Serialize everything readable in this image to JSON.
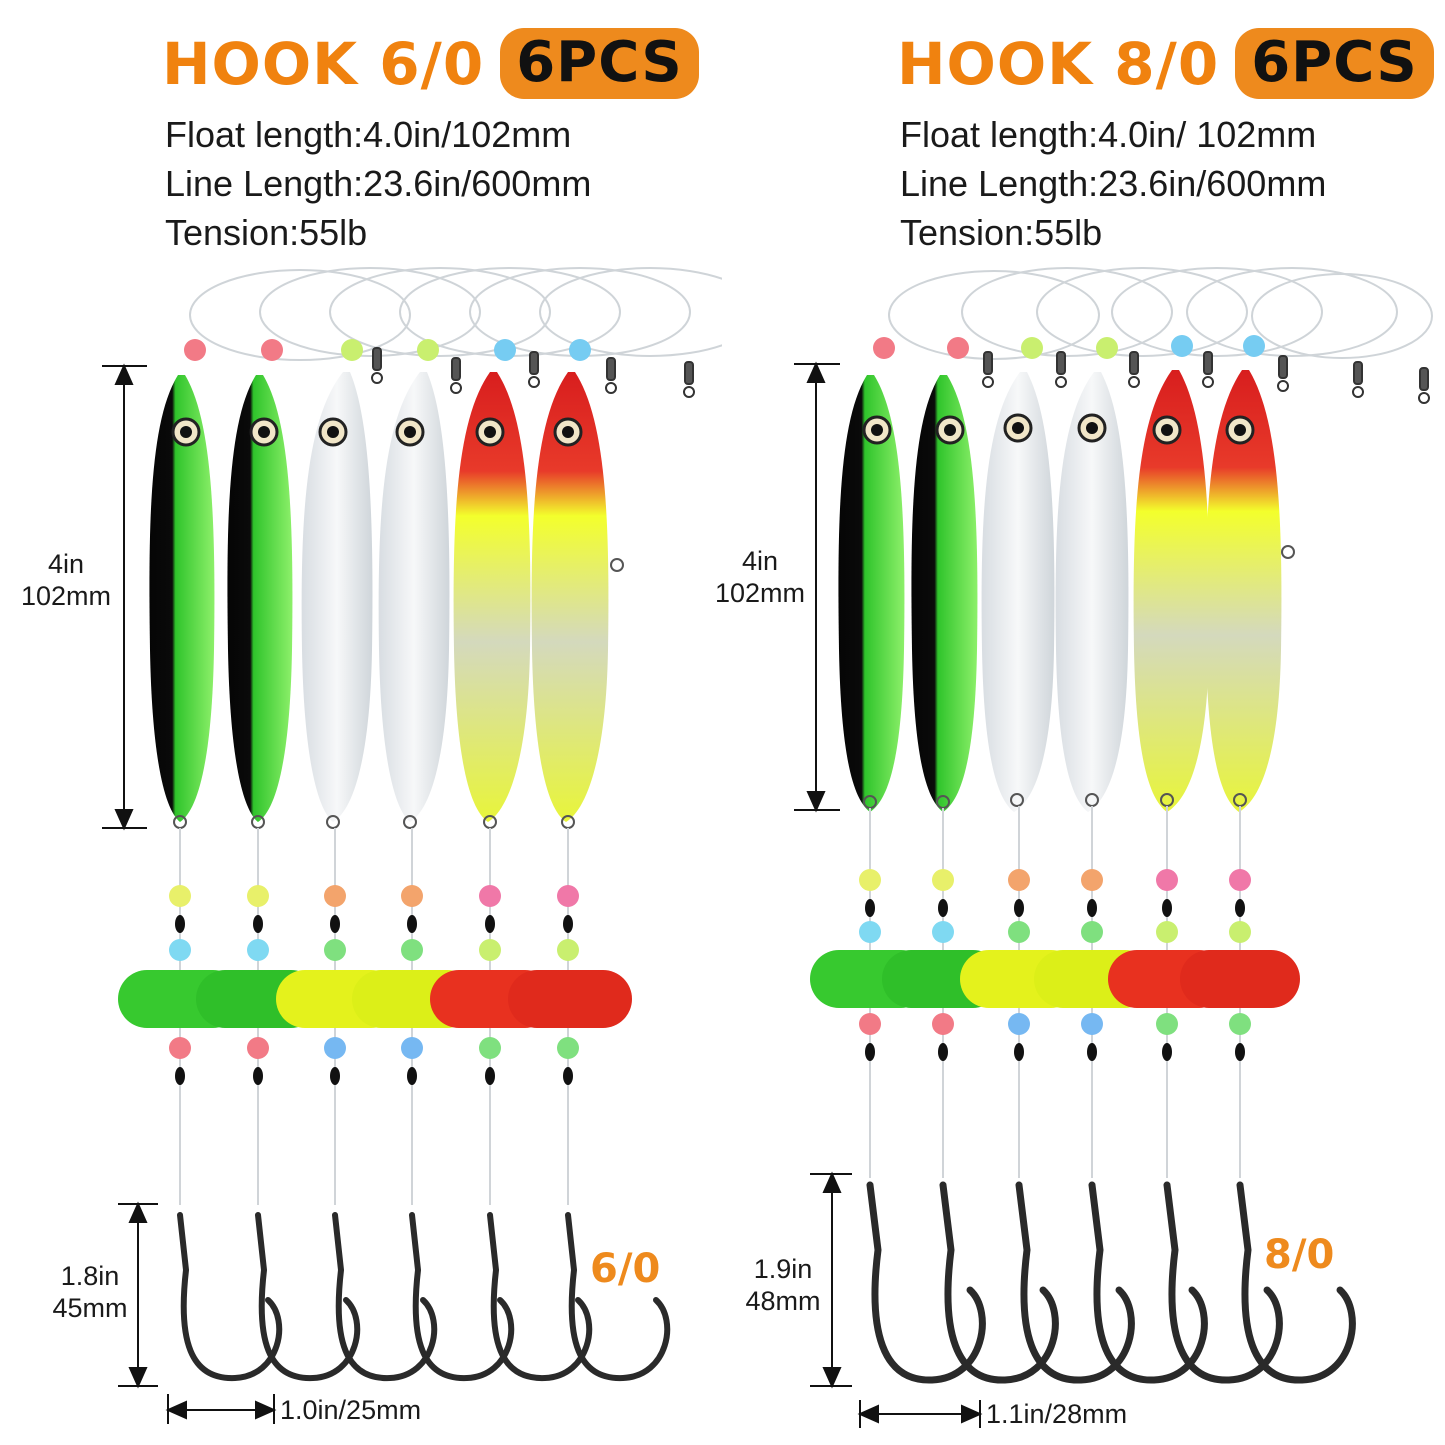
{
  "left": {
    "hook_label": "HOOK 6/0",
    "pcs_badge": "6PCS",
    "specs": [
      "Float length:4.0in/102mm",
      "Line Length:23.6in/600mm",
      "Tension:55lb"
    ],
    "float_dim": [
      "4in",
      "102mm"
    ],
    "hook_dim": [
      "1.8in",
      "45mm"
    ],
    "hook_size_tag": "6/0",
    "hook_width": "1.0in/25mm"
  },
  "right": {
    "hook_label": "HOOK 8/0",
    "pcs_badge": "6PCS",
    "specs": [
      "Float length:4.0in/ 102mm",
      "Line Length:23.6in/600mm",
      "Tension:55lb"
    ],
    "float_dim": [
      "4in",
      "102mm"
    ],
    "hook_dim": [
      "1.9in",
      "48mm"
    ],
    "hook_size_tag": "8/0",
    "hook_width": "1.1in/28mm"
  },
  "colors": {
    "accent": "#ee8a1d",
    "lure_green": "#3ed13a",
    "lure_clear": "#e8ecef",
    "lure_red": "#e32626",
    "lure_yellow": "#e7f51c"
  }
}
